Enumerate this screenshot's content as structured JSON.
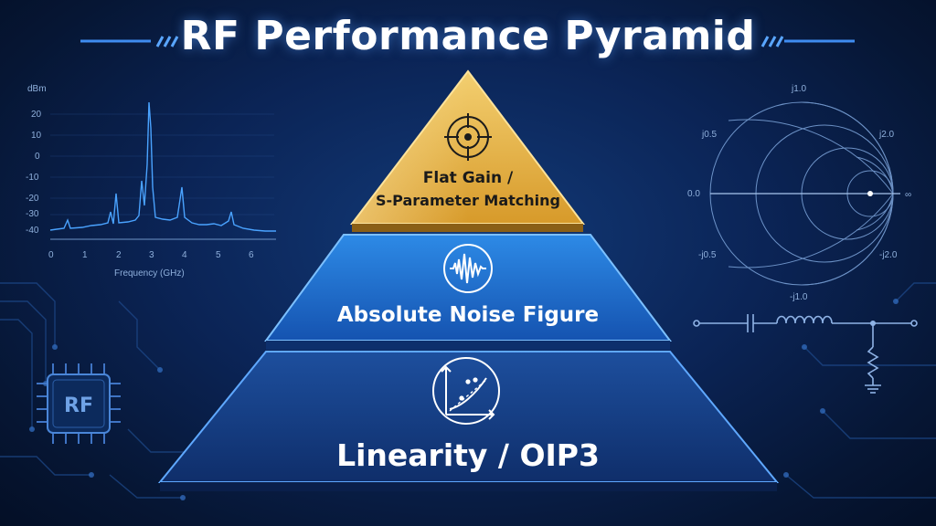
{
  "title": "RF Performance Pyramid",
  "colors": {
    "background": "#0b2456",
    "gold": "#e9b54a",
    "mid_blue": "#1f6fd1",
    "dark_blue": "#163f86",
    "accent_cyan": "#4aa3ff"
  },
  "pyramid": {
    "top": {
      "icon": "target-crosshair-icon",
      "line1": "Flat Gain /",
      "line2": "S-Parameter Matching"
    },
    "middle": {
      "icon": "noise-waveform-icon",
      "label": "Absolute Noise Figure"
    },
    "bottom": {
      "icon": "linearity-curve-icon",
      "label": "Linearity / OIP3"
    }
  },
  "spectrum_plot": {
    "ylabel": "dBm",
    "xlabel": "Frequency (GHz)",
    "yticks": [
      "20",
      "10",
      "0",
      "-10",
      "-20",
      "-30",
      "-40"
    ],
    "xticks": [
      "0",
      "1",
      "2",
      "3",
      "4",
      "5",
      "6"
    ]
  },
  "smith_chart": {
    "labels": [
      "j1.0",
      "j0.5",
      "j2.0",
      "0.0",
      "∞",
      "-j0.5",
      "-j2.0",
      "-j1.0"
    ]
  },
  "chip": {
    "label": "RF"
  },
  "circuit": {
    "icon": "lc-filter-circuit-icon"
  }
}
